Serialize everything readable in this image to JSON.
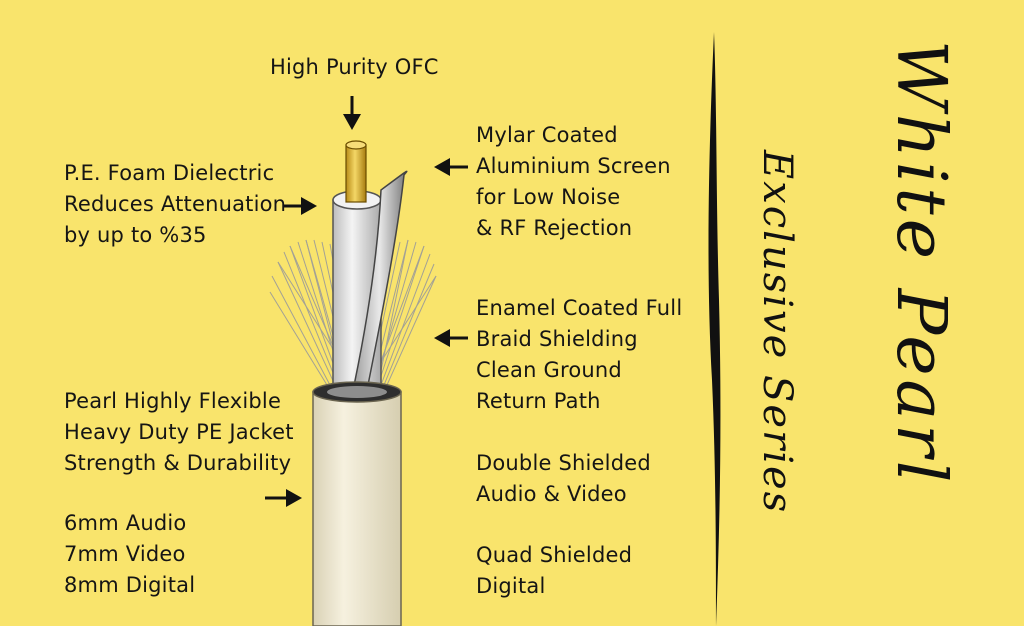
{
  "labels": {
    "ofc": "High Purity OFC",
    "pe_foam": "P.E. Foam Dielectric\nReduces Attenuation\nby up to %35",
    "mylar": "Mylar Coated\nAluminium Screen\nfor Low Noise\n& RF Rejection",
    "braid": "Enamel Coated Full\nBraid Shielding\nClean Ground\nReturn Path",
    "jacket": "Pearl Highly Flexible\nHeavy Duty PE Jacket\nStrength & Durability",
    "sizes": "6mm Audio\n7mm Video\n8mm Digital",
    "double": "Double Shielded\nAudio & Video",
    "quad": "Quad Shielded\nDigital"
  },
  "title": {
    "main": "White Pearl",
    "sub": "Exclusive Series"
  },
  "colors": {
    "background": "#f9e46c",
    "copper": "#e2b93b",
    "jacket": "#efe8d0"
  }
}
